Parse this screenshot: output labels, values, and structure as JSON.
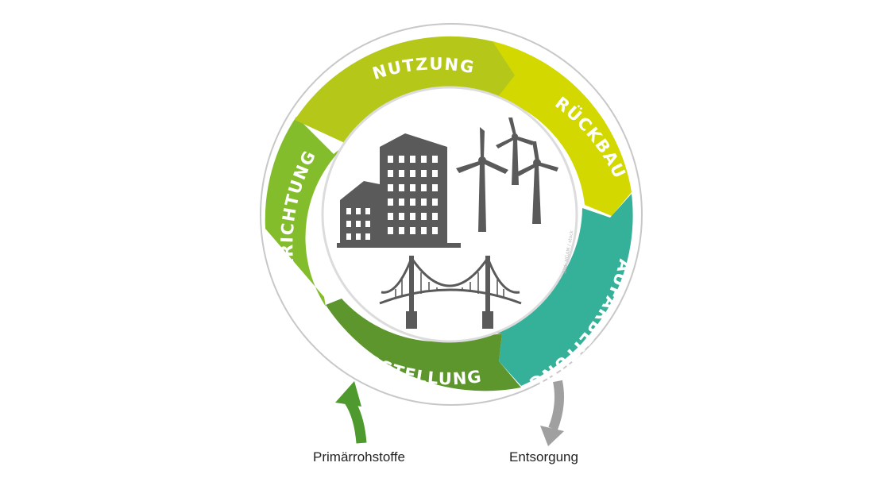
{
  "cycle": {
    "stages": [
      {
        "id": "nutzung",
        "label": "NUTZUNG",
        "color": "#b5c81a"
      },
      {
        "id": "rueckbau",
        "label": "RÜCKBAU",
        "color": "#d2d800"
      },
      {
        "id": "aufarbeitung",
        "label": "AUFARBEITUNG",
        "color": "#35b19a"
      },
      {
        "id": "herstellung",
        "label": "HERSTELLUNG",
        "color": "#5d962d"
      },
      {
        "id": "errichtung",
        "label": "ERRICHTUNG",
        "color": "#84bd2c"
      }
    ],
    "inputs": {
      "primary_label": "Primärrohstoffe",
      "primary_color": "#4f9a2e"
    },
    "outputs": {
      "disposal_label": "Entsorgung",
      "disposal_color": "#a0a0a0"
    },
    "center_icons": [
      "office-buildings",
      "wind-turbines",
      "suspension-bridge"
    ],
    "icon_color": "#5a5a5a"
  }
}
